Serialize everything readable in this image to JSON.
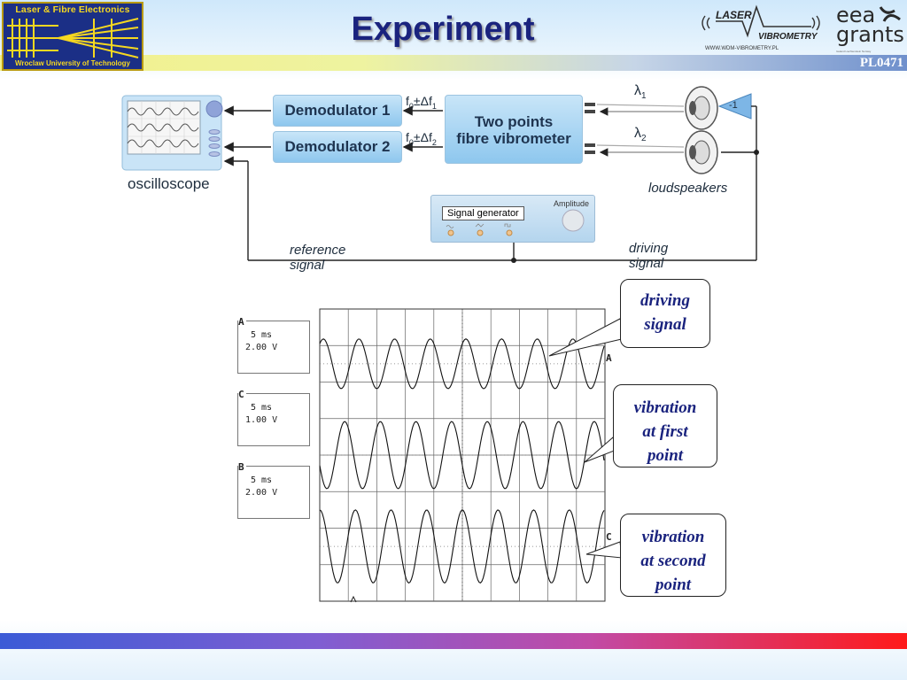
{
  "header": {
    "title": "Experiment",
    "code": "PL0471",
    "logo_left": {
      "top_text": "Laser & Fibre Electronics",
      "bottom_text": "Wroclaw University of Technology"
    },
    "logo_laser_vibrometry": {
      "line1": "LASER",
      "line2": "VIBROMETRY",
      "url": "WWW.WDM-VIBROMETRY.PL"
    },
    "logo_eea": {
      "line1": "eea",
      "line2": "grants",
      "sub": "Iceland Liechtenstein Norway"
    }
  },
  "diagram": {
    "oscilloscope_label": "oscilloscope",
    "demodulator1": "Demodulator 1",
    "demodulator2": "Demodulator 2",
    "freq1_main": "f",
    "freq1_rest": "±Δf",
    "freq1_sub0": "0",
    "freq1_sub1": "1",
    "freq2_main": "f",
    "freq2_rest": "±Δf",
    "freq2_sub0": "0",
    "freq2_sub2": "2",
    "vibrometer_line1": "Two points",
    "vibrometer_line2": "fibre vibrometer",
    "lambda1": "λ",
    "lambda1_sub": "1",
    "lambda2": "λ",
    "lambda2_sub": "2",
    "inverter": "-1",
    "loudspeakers": "loudspeakers",
    "signal_generator": "Signal generator",
    "amplitude": "Amplitude",
    "reference_signal": "reference signal",
    "driving_signal": "driving signal"
  },
  "scope": {
    "channels": [
      {
        "tag": "A",
        "time": "5 ms",
        "volts": "2.00 V"
      },
      {
        "tag": "C",
        "time": "5 ms",
        "volts": "1.00 V"
      },
      {
        "tag": "B",
        "time": "5 ms",
        "volts": "2.00 V"
      }
    ],
    "trace_tags": [
      "A",
      "B",
      "C"
    ]
  },
  "callouts": {
    "driving": [
      "driving",
      "signal"
    ],
    "vib1": [
      "vibration",
      "at first",
      "point"
    ],
    "vib2": [
      "vibration",
      "at second",
      "point"
    ]
  },
  "colors": {
    "title": "#1a237e",
    "box_fill": "#8ec7ee",
    "callout_text": "#1a237e"
  }
}
